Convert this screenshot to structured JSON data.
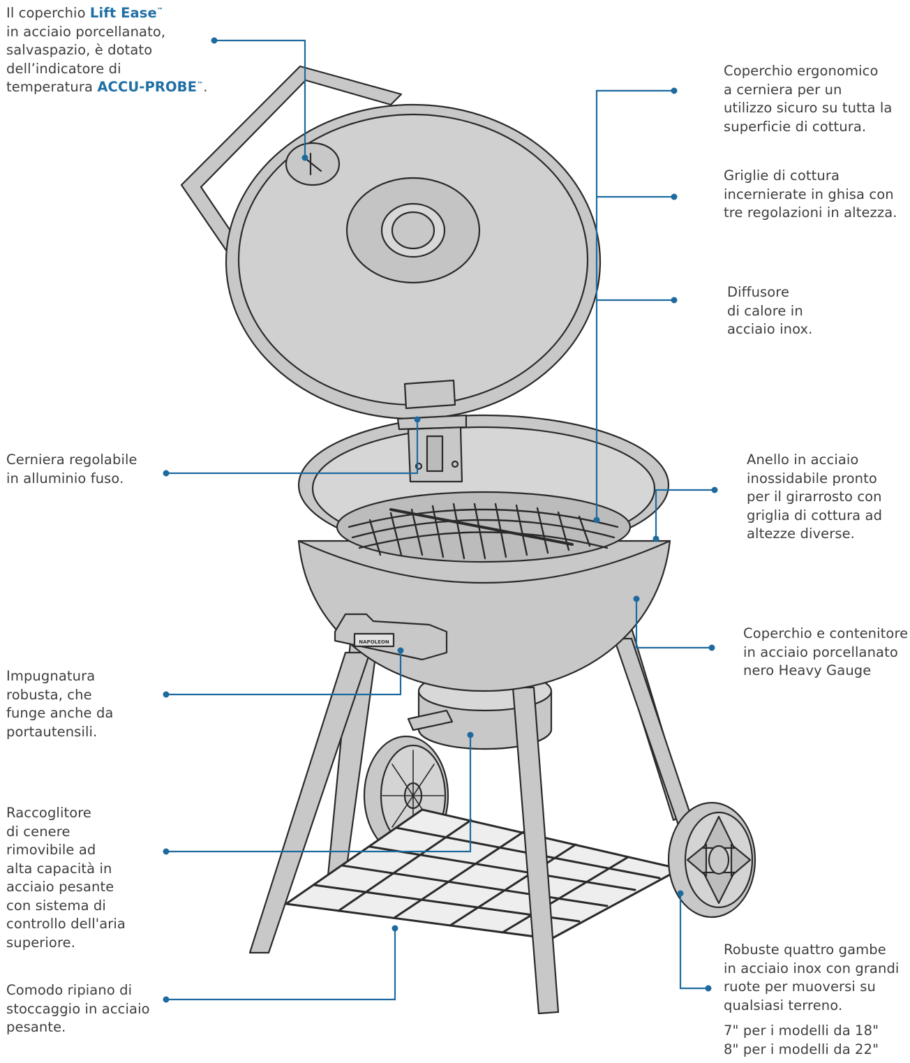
{
  "colors": {
    "leader": "#1e6a9e",
    "grill_fill": "#c8c8c8",
    "grill_line": "#2a2a2a",
    "text": "#3d3d3d",
    "brand": "#1f6fa4"
  },
  "callouts": {
    "lid": {
      "line1_pre": "Il coperchio ",
      "brand1": "Lift Ease",
      "brand1_tm": "™",
      "line2": "in acciaio porcellanato,",
      "line3": "salvaspazio, è dotato",
      "line4": "dell’indicatore di",
      "line5_pre": "temperatura ",
      "brand2": "ACCU-PROBE",
      "brand2_tm": "™",
      "line5_post": "."
    },
    "hinge_lid": {
      "lines": [
        "Coperchio ergonomico",
        "a cerniera per un",
        "utilizzo sicuro su tutta la",
        "superficie di cottura."
      ]
    },
    "grates": {
      "lines": [
        "Griglie di cottura",
        "incernierate in ghisa con",
        "tre regolazioni in altezza."
      ]
    },
    "diffuser": {
      "lines": [
        "Diffusore",
        "di calore in",
        "acciaio inox."
      ]
    },
    "hinge": {
      "lines": [
        "Cerniera regolabile",
        "in alluminio fuso."
      ]
    },
    "ring": {
      "lines": [
        "Anello in acciaio",
        "inossidabile pronto",
        "per il girarrosto con",
        "griglia di cottura ad",
        "altezze diverse."
      ]
    },
    "bowl": {
      "lines": [
        "Coperchio e contenitore",
        "in acciaio porcellanato",
        "nero Heavy Gauge"
      ]
    },
    "handle": {
      "lines": [
        "Impugnatura",
        "robusta, che",
        "funge anche da",
        "portautensili."
      ]
    },
    "ash": {
      "lines": [
        "Raccoglitore",
        "di cenere",
        "rimovibile ad",
        "alta capacità in",
        "acciaio pesante",
        "con sistema di",
        "controllo dell'aria",
        "superiore."
      ]
    },
    "shelf": {
      "lines": [
        "Comodo ripiano di",
        "stoccaggio in acciaio",
        "pesante."
      ]
    },
    "legs": {
      "lines": [
        "Robuste quattro gambe",
        "in acciaio inox con grandi",
        "ruote per muoversi su",
        "qualsiasi terreno."
      ],
      "models": [
        "7\" per i modelli da 18\"",
        "8\" per i modelli da 22\""
      ]
    }
  },
  "handle_badge": "NAPOLEON"
}
